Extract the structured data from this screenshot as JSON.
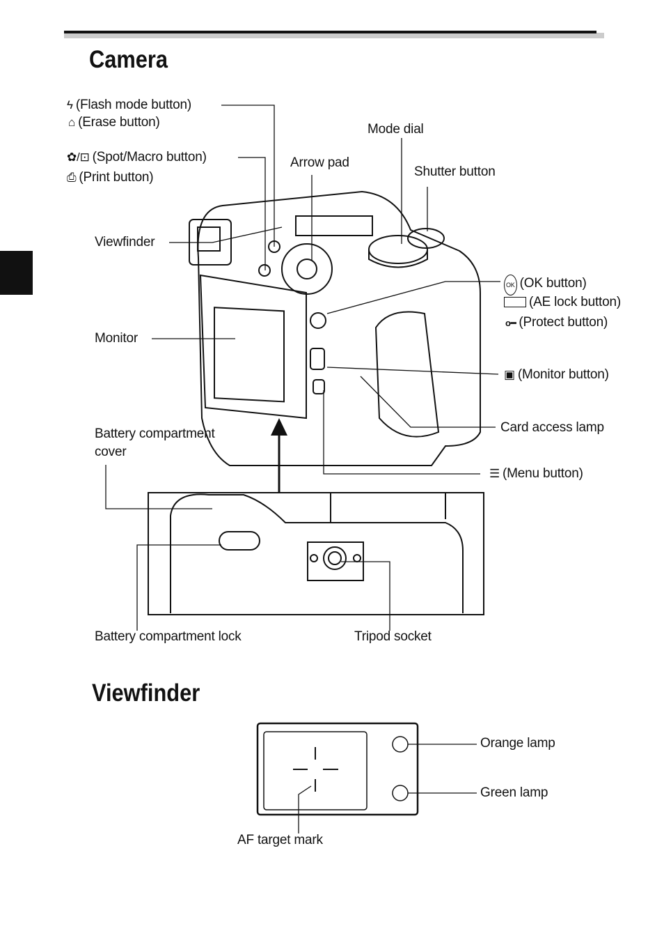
{
  "headings": {
    "camera": "Camera",
    "viewfinder": "Viewfinder"
  },
  "camera_labels": {
    "flash": "(Flash mode button)",
    "erase": "(Erase button)",
    "spot_macro": "(Spot/Macro button)",
    "print": "(Print button)",
    "viewfinder": "Viewfinder",
    "monitor": "Monitor",
    "battery_cover_1": "Battery compartment",
    "battery_cover_2": "cover",
    "mode_dial": "Mode dial",
    "arrow_pad": "Arrow pad",
    "shutter": "Shutter button",
    "ok": "(OK button)",
    "ae_lock": "(AE lock button)",
    "protect": "(Protect button)",
    "monitor_button": "(Monitor button)",
    "card_lamp": "Card access lamp",
    "menu": "(Menu button)",
    "battery_lock": "Battery compartment lock",
    "tripod": "Tripod socket"
  },
  "viewfinder_labels": {
    "orange": "Orange lamp",
    "green": "Green lamp",
    "af": "AF target mark"
  },
  "icons": {
    "flash": "ϟ",
    "erase": "⌂",
    "spot_macro": "✿/⊡",
    "print": "⎙",
    "ok": "OK",
    "protect": "o━",
    "monitor": "▣",
    "menu": "☰"
  }
}
